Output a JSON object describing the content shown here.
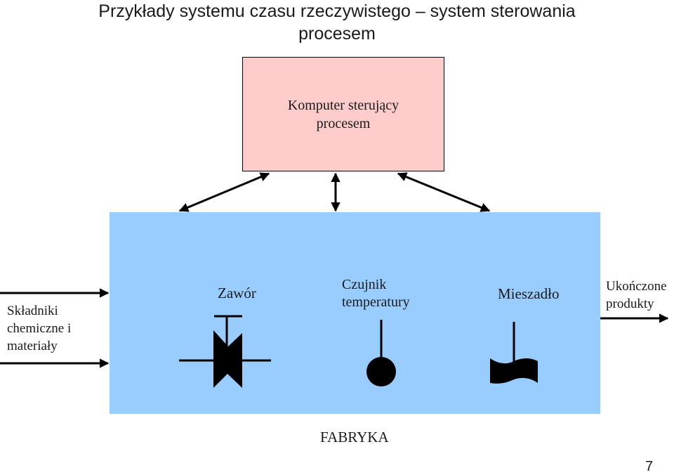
{
  "title_line1": "Przykłady systemu czasu rzeczywistego – system sterowania",
  "title_line2": "procesem",
  "computer": {
    "label_line1": "Komputer sterujący",
    "label_line2": "procesem"
  },
  "inputs_label": {
    "line1": "Składniki",
    "line2": "chemiczne i",
    "line3": "materiały"
  },
  "outputs_label": {
    "line1": "Ukończone",
    "line2": "produkty"
  },
  "components": {
    "valve": "Zawór",
    "sensor_line1": "Czujnik",
    "sensor_line2": "temperatury",
    "mixer": "Mieszadło"
  },
  "factory_label": "FABRYKA",
  "page_number": "7",
  "colors": {
    "computer_fill": "#ffcccc",
    "factory_fill": "#99ccff",
    "stroke": "#000000"
  }
}
